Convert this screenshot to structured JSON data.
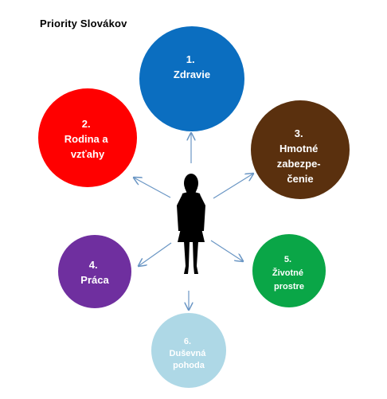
{
  "title": "Priority  Slovákov",
  "nodes": [
    {
      "id": "1",
      "lines": [
        "1.",
        "Zdravie"
      ],
      "color": "#0b6ec0"
    },
    {
      "id": "2",
      "lines": [
        "2.",
        "Rodina a",
        "vzťahy"
      ],
      "color": "#ff0000"
    },
    {
      "id": "3",
      "lines": [
        "3.",
        "Hmotné",
        "zabezpe-",
        "čenie"
      ],
      "color": "#5a300e"
    },
    {
      "id": "4",
      "lines": [
        "4.",
        "Práca"
      ],
      "color": "#6f2f9f"
    },
    {
      "id": "5",
      "lines": [
        "5.",
        "Životné",
        "prostre"
      ],
      "color": "#0aa647"
    },
    {
      "id": "6",
      "lines": [
        "6.",
        "Duševná",
        "pohoda"
      ],
      "color": "#aed8e6"
    }
  ],
  "arrow_color": "#6a96c4",
  "figure_color": "#000000"
}
